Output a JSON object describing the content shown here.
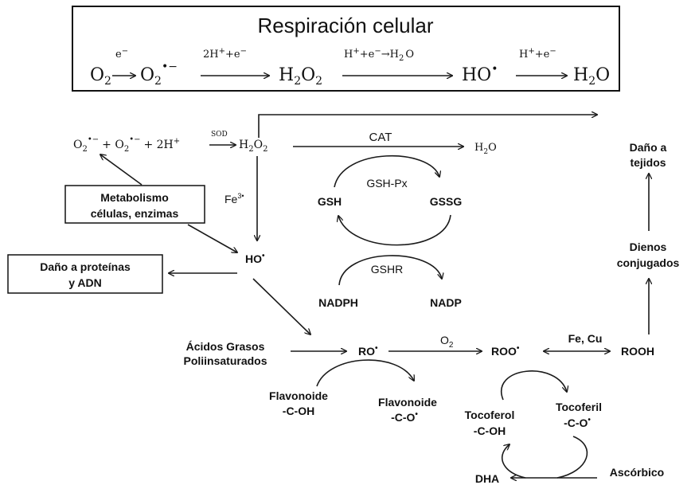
{
  "header": {
    "title": "Respiración celular",
    "o2_a": "O",
    "o2_a_sub": "2",
    "e1": "e",
    "e1_sup": "−",
    "superoxide": "O",
    "superoxide_sub": "2",
    "superoxide_sup": "•−",
    "step2": "2H",
    "step2_mid": "+e",
    "step2_sup1": "+",
    "step2_sup2": "−",
    "h2o2_h": "H",
    "h2o2_s1": "2",
    "h2o2_o": "O",
    "h2o2_s2": "2",
    "step3_a": "H",
    "step3_b": "+e",
    "step3_c": "→H",
    "step3_d": "O",
    "step3_s1": "+",
    "step3_s2": "−",
    "step3_s3": "2",
    "hydroxyl": "HO",
    "hydroxyl_sup": "•",
    "step4_a": "H",
    "step4_b": "+e",
    "step4_s1": "+",
    "step4_s2": "−",
    "water_h": "H",
    "water_s": "2",
    "water_o": "O"
  },
  "sod_reaction": {
    "o2a": "O",
    "o2a_sub": "2",
    "o2a_sup": "•−",
    "plus1": "+ O",
    "o2b_sub": "2",
    "o2b_sup": "•−",
    "plus2": "+ 2H",
    "h_sup": "+",
    "sod": "SOD",
    "h2o2": "H",
    "h2o2_s1": "2",
    "h2o2_o": "O",
    "h2o2_s2": "2"
  },
  "labels": {
    "cat": "CAT",
    "h2o": "H",
    "h2o_sub": "2",
    "h2o_o": "O",
    "gsh_px": "GSH-Px",
    "gsh": "GSH",
    "gssg": "GSSG",
    "gshr": "GSHR",
    "nadph": "NADPH",
    "nadp": "NADP",
    "fe3": "Fe",
    "fe3_sup": "3•",
    "ho_radical": "HO",
    "ho_sup": "•",
    "metabolismo_1": "Metabolismo",
    "metabolismo_2": "células, enzimas",
    "dano_proteinas_1": "Daño a proteínas",
    "dano_proteinas_2": "y ADN",
    "dano_tejidos_1": "Daño a",
    "dano_tejidos_2": "tejidos",
    "dienos_1": "Dienos",
    "dienos_2": "conjugados",
    "acidos_1": "Ácidos Grasos",
    "acidos_2": "Poliinsaturados",
    "ro": "RO",
    "ro_sup": "•",
    "o2": "O",
    "o2_sub": "2",
    "roo": "ROO",
    "roo_sup": "•",
    "fe_cu": "Fe, Cu",
    "rooh": "ROOH",
    "flavonoide_oh_1": "Flavonoide",
    "flavonoide_oh_2": "-C-OH",
    "flavonoide_o_1": "Flavonoide",
    "flavonoide_o_2": "-C-O",
    "flavonoide_o_sup": "•",
    "tocoferol_1": "Tocoferol",
    "tocoferol_2": "-C-OH",
    "tocoferil_1": "Tocoferil",
    "tocoferil_2": "-C-O",
    "tocoferil_sup": "•",
    "dha": "DHA",
    "ascorbico": "Ascórbico"
  },
  "colors": {
    "ink": "#111111",
    "background": "#ffffff"
  }
}
